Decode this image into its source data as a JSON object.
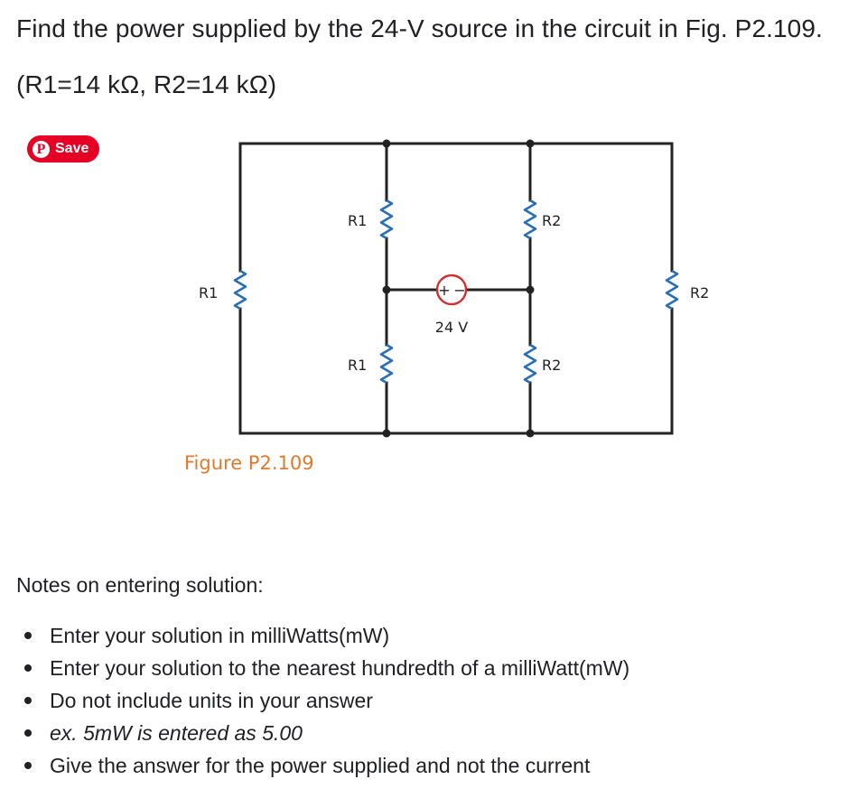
{
  "question": {
    "line1": "Find the power supplied by the 24-V source in the circuit in Fig. P2.109.",
    "line2": "(R1=14 kΩ, R2=14 kΩ)"
  },
  "save_button": {
    "label": "Save",
    "icon": "pinterest-icon"
  },
  "figure": {
    "caption": "Figure P2.109",
    "caption_color": "#e07a2e",
    "resistor_color": "#2a6fb5",
    "source_color": "#d32f2f",
    "resistors": {
      "left_outer": "R1",
      "upper_middle_left": "R1",
      "lower_middle_left": "R1",
      "upper_middle_right": "R2",
      "lower_middle_right": "R2",
      "right_outer": "R2"
    },
    "source": {
      "label": "24 V",
      "plus": "+",
      "minus": "−"
    }
  },
  "notes": {
    "title": "Notes on entering solution:",
    "items": [
      "Enter your solution in milliWatts(mW)",
      "Enter your solution to the nearest hundredth of a milliWatt(mW)",
      "Do not include units in your answer",
      "ex. 5mW is entered as 5.00",
      "Give the answer for the power supplied and not the current"
    ]
  }
}
